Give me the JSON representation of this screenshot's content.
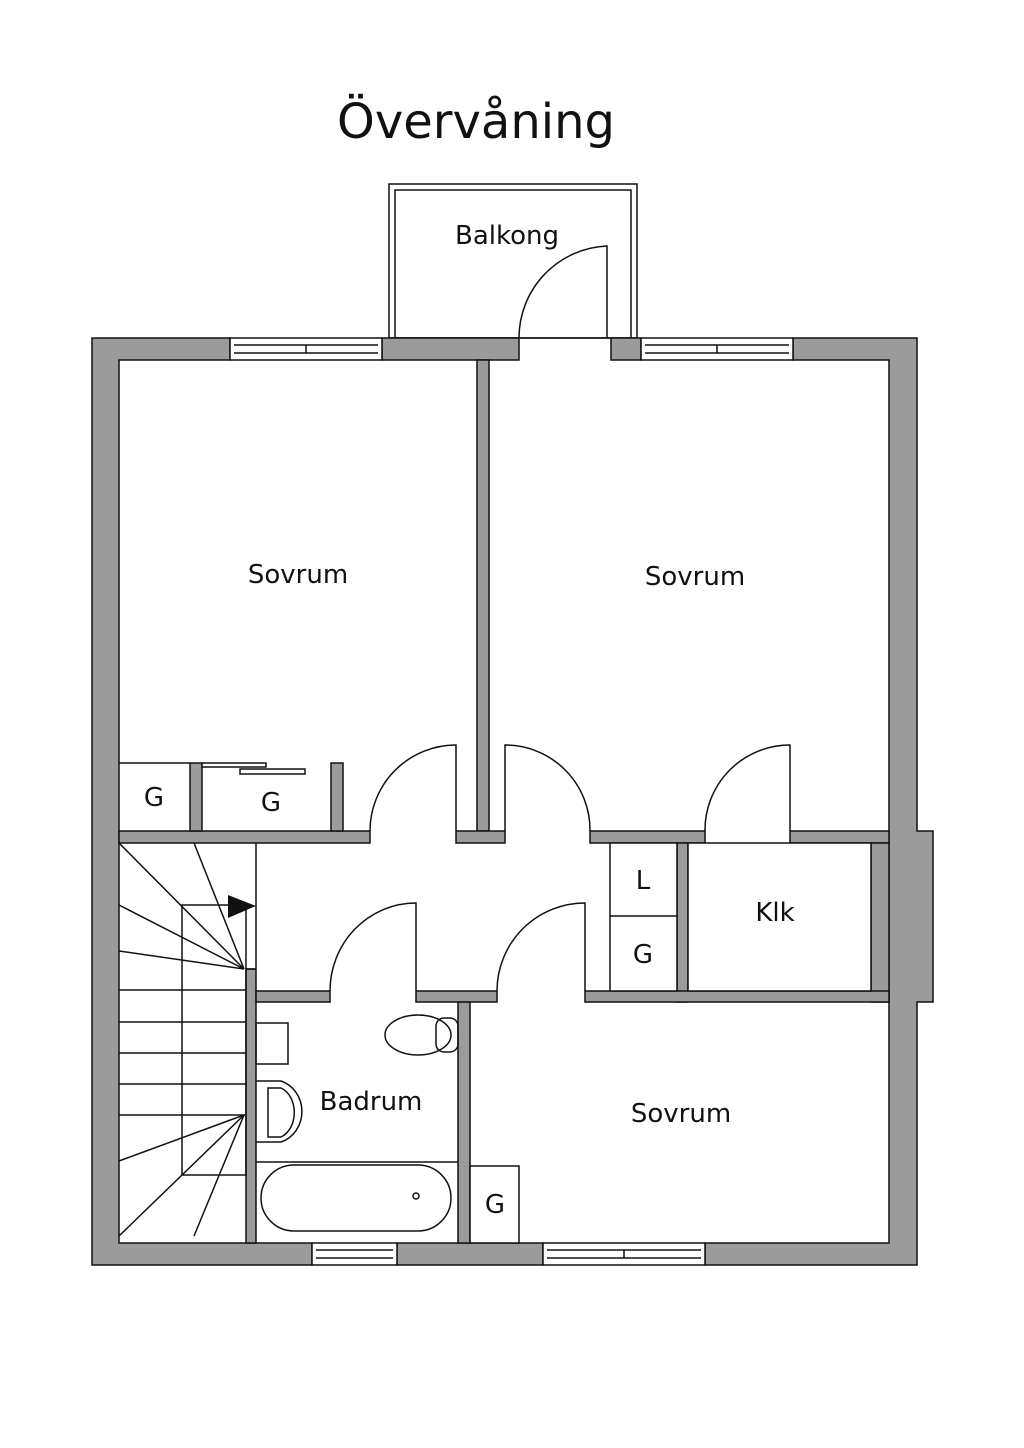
{
  "title": "Övervåning",
  "rooms": {
    "balcony": "Balkong",
    "bedroom_top_left": "Sovrum",
    "bedroom_top_right": "Sovrum",
    "bedroom_bottom": "Sovrum",
    "bathroom": "Badrum",
    "walk_in": "Klk",
    "linen": "L",
    "wardrobe_1": "G",
    "wardrobe_2": "G",
    "wardrobe_3": "G",
    "wardrobe_4": "G"
  },
  "colors": {
    "wall": "#9b9b9b",
    "line": "#111111"
  }
}
